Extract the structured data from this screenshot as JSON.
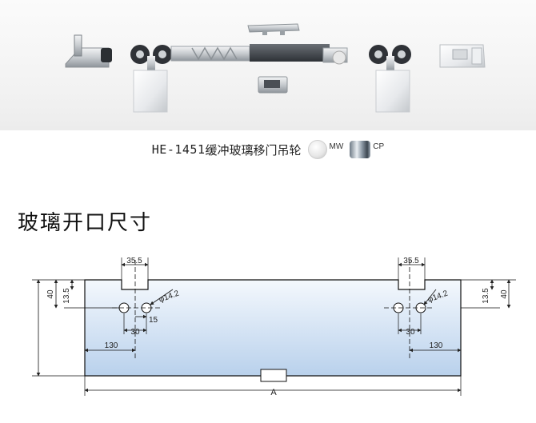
{
  "caption": {
    "model": "HE-1451",
    "title": "缓冲玻璃移门吊轮",
    "finishes": [
      {
        "code": "MW",
        "swatch_color": "#ececec"
      },
      {
        "code": "CP",
        "swatch_color": "#8c99a5"
      }
    ]
  },
  "section_title": "玻璃开口尺寸",
  "drawing": {
    "glass_gradient_top": "#f4f8fd",
    "glass_gradient_bottom": "#b9d1ec",
    "dims": {
      "notch_width": "35.5",
      "hole_diameter": "φ14.2",
      "notch_depth": "13.5",
      "overall_height": "40",
      "hole_offset": "15",
      "hole_spacing": "30",
      "edge_offset": "130",
      "width": "A"
    }
  }
}
